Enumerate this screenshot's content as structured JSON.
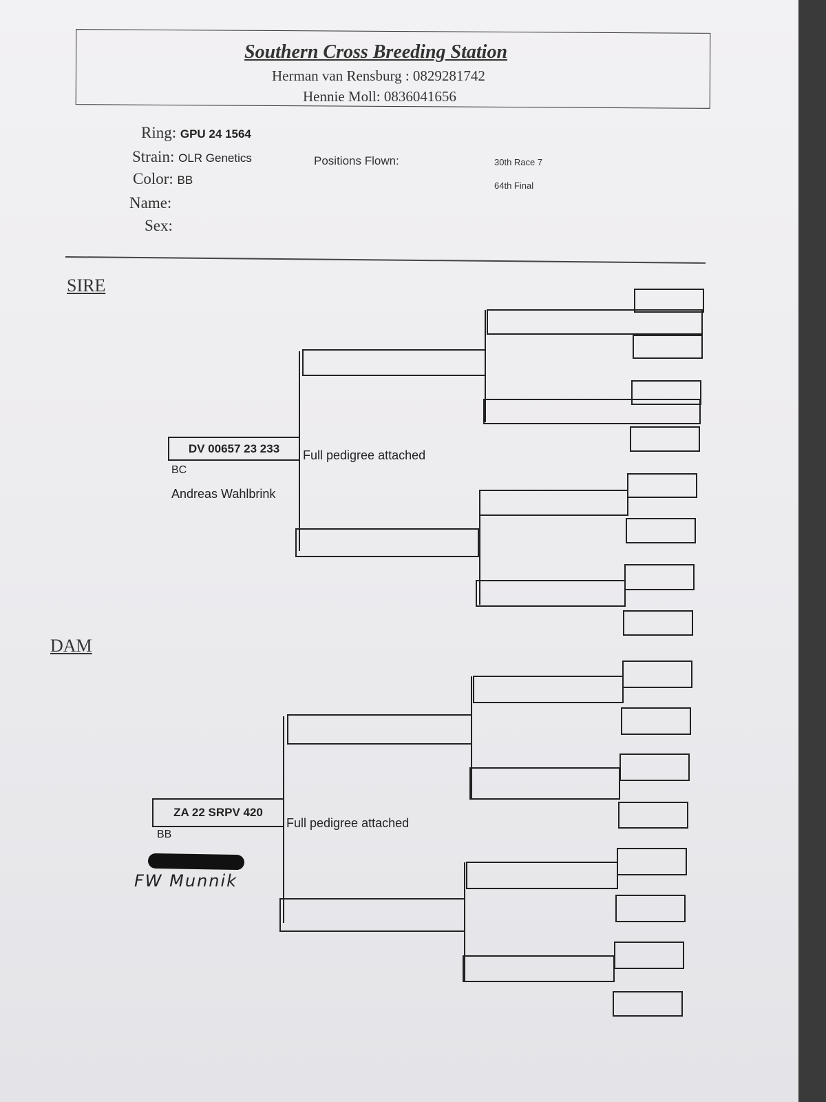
{
  "header": {
    "title": "Southern Cross Breeding Station",
    "contact_1": "Herman van Rensburg : 0829281742",
    "contact_2": "Hennie Moll: 0836041656"
  },
  "bird": {
    "ring_label": "Ring:",
    "ring": "GPU 24 1564",
    "strain_label": "Strain:",
    "strain": "OLR Genetics",
    "color_label": "Color:",
    "color": "BB",
    "name_label": "Name:",
    "sex_label": "Sex:",
    "positions_label": "Positions Flown:",
    "positions": [
      "30th Race 7",
      "64th Final"
    ]
  },
  "sire": {
    "label": "SIRE",
    "ring": "DV 00657 23 233",
    "color": "BC",
    "breeder": "Andreas Wahlbrink",
    "note": "Full pedigree attached"
  },
  "dam": {
    "label": "DAM",
    "ring": "ZA 22 SRPV 420",
    "color": "BB",
    "breeder_handwritten": "FW Munnik",
    "note": "Full pedigree attached"
  }
}
